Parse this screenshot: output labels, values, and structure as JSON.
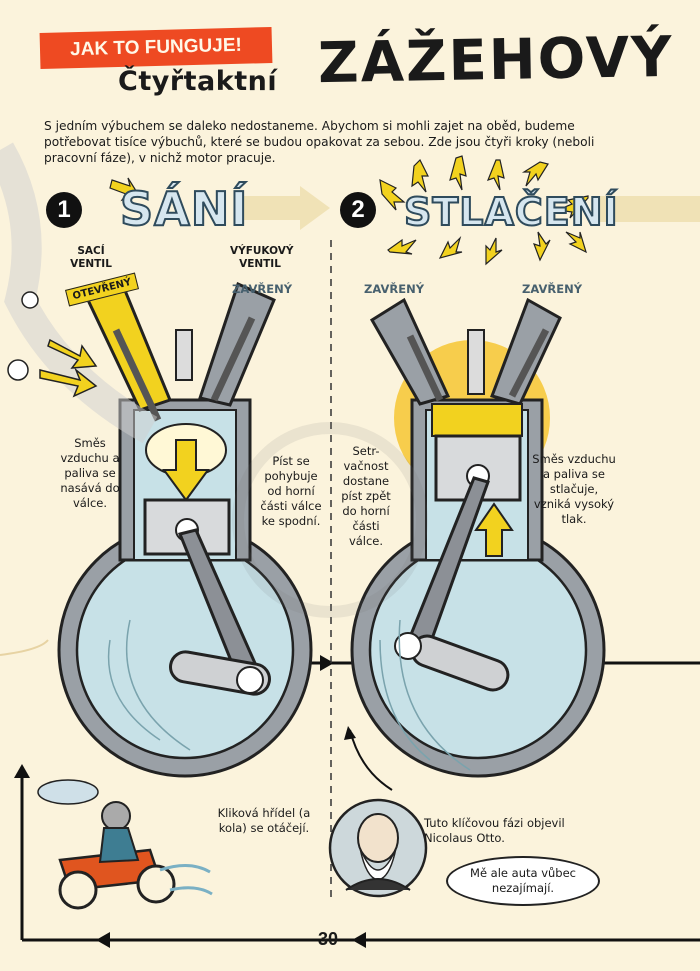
{
  "header": {
    "tag": "JAK TO FUNGUJE!",
    "subtitle": "Čtyřtaktní",
    "title": "ZÁŽEHOVÝ"
  },
  "intro": "S jedním výbuchem se daleko nedostaneme. Abychom si mohli zajet na oběd, budeme potřebovat tisíce výbuchů, které se budou opakovat za sebou. Zde jsou čtyři kroky (neboli pracovní fáze), v nichž motor pracuje.",
  "steps": [
    {
      "number": "1",
      "name": "SÁNÍ",
      "intake_label": "SACÍ VENTIL",
      "exhaust_label": "VÝFUKOVÝ VENTIL",
      "intake_state": "OTEVŘENÝ",
      "exhaust_state": "ZAVŘENÝ",
      "left_text": "Směs vzduchu a paliva se nasává do válce.",
      "right_text": "Píst se pohybuje od horní části válce ke spodní."
    },
    {
      "number": "2",
      "name": "STLAČENÍ",
      "intake_state": "ZAVŘENÝ",
      "exhaust_state": "ZAVŘENÝ",
      "left_text": "Setr-vačnost dostane píst zpět do horní části válce.",
      "right_text": "Směs vzduchu a paliva se stlačuje, vzniká vysoký tlak."
    }
  ],
  "crank_text": "Kliková hřídel (a kola) se otáčejí.",
  "otto_text": "Tuto klíčovou fázi objevil Nicolaus Otto.",
  "speech": "Mě ale auta vůbec nezajímají.",
  "page_number": "30",
  "colors": {
    "accent": "#ee4a22",
    "cylinder": "#c9e0e6",
    "metal": "#8c9096",
    "yellow": "#f2d21f",
    "paper": "#fbf3dc"
  }
}
